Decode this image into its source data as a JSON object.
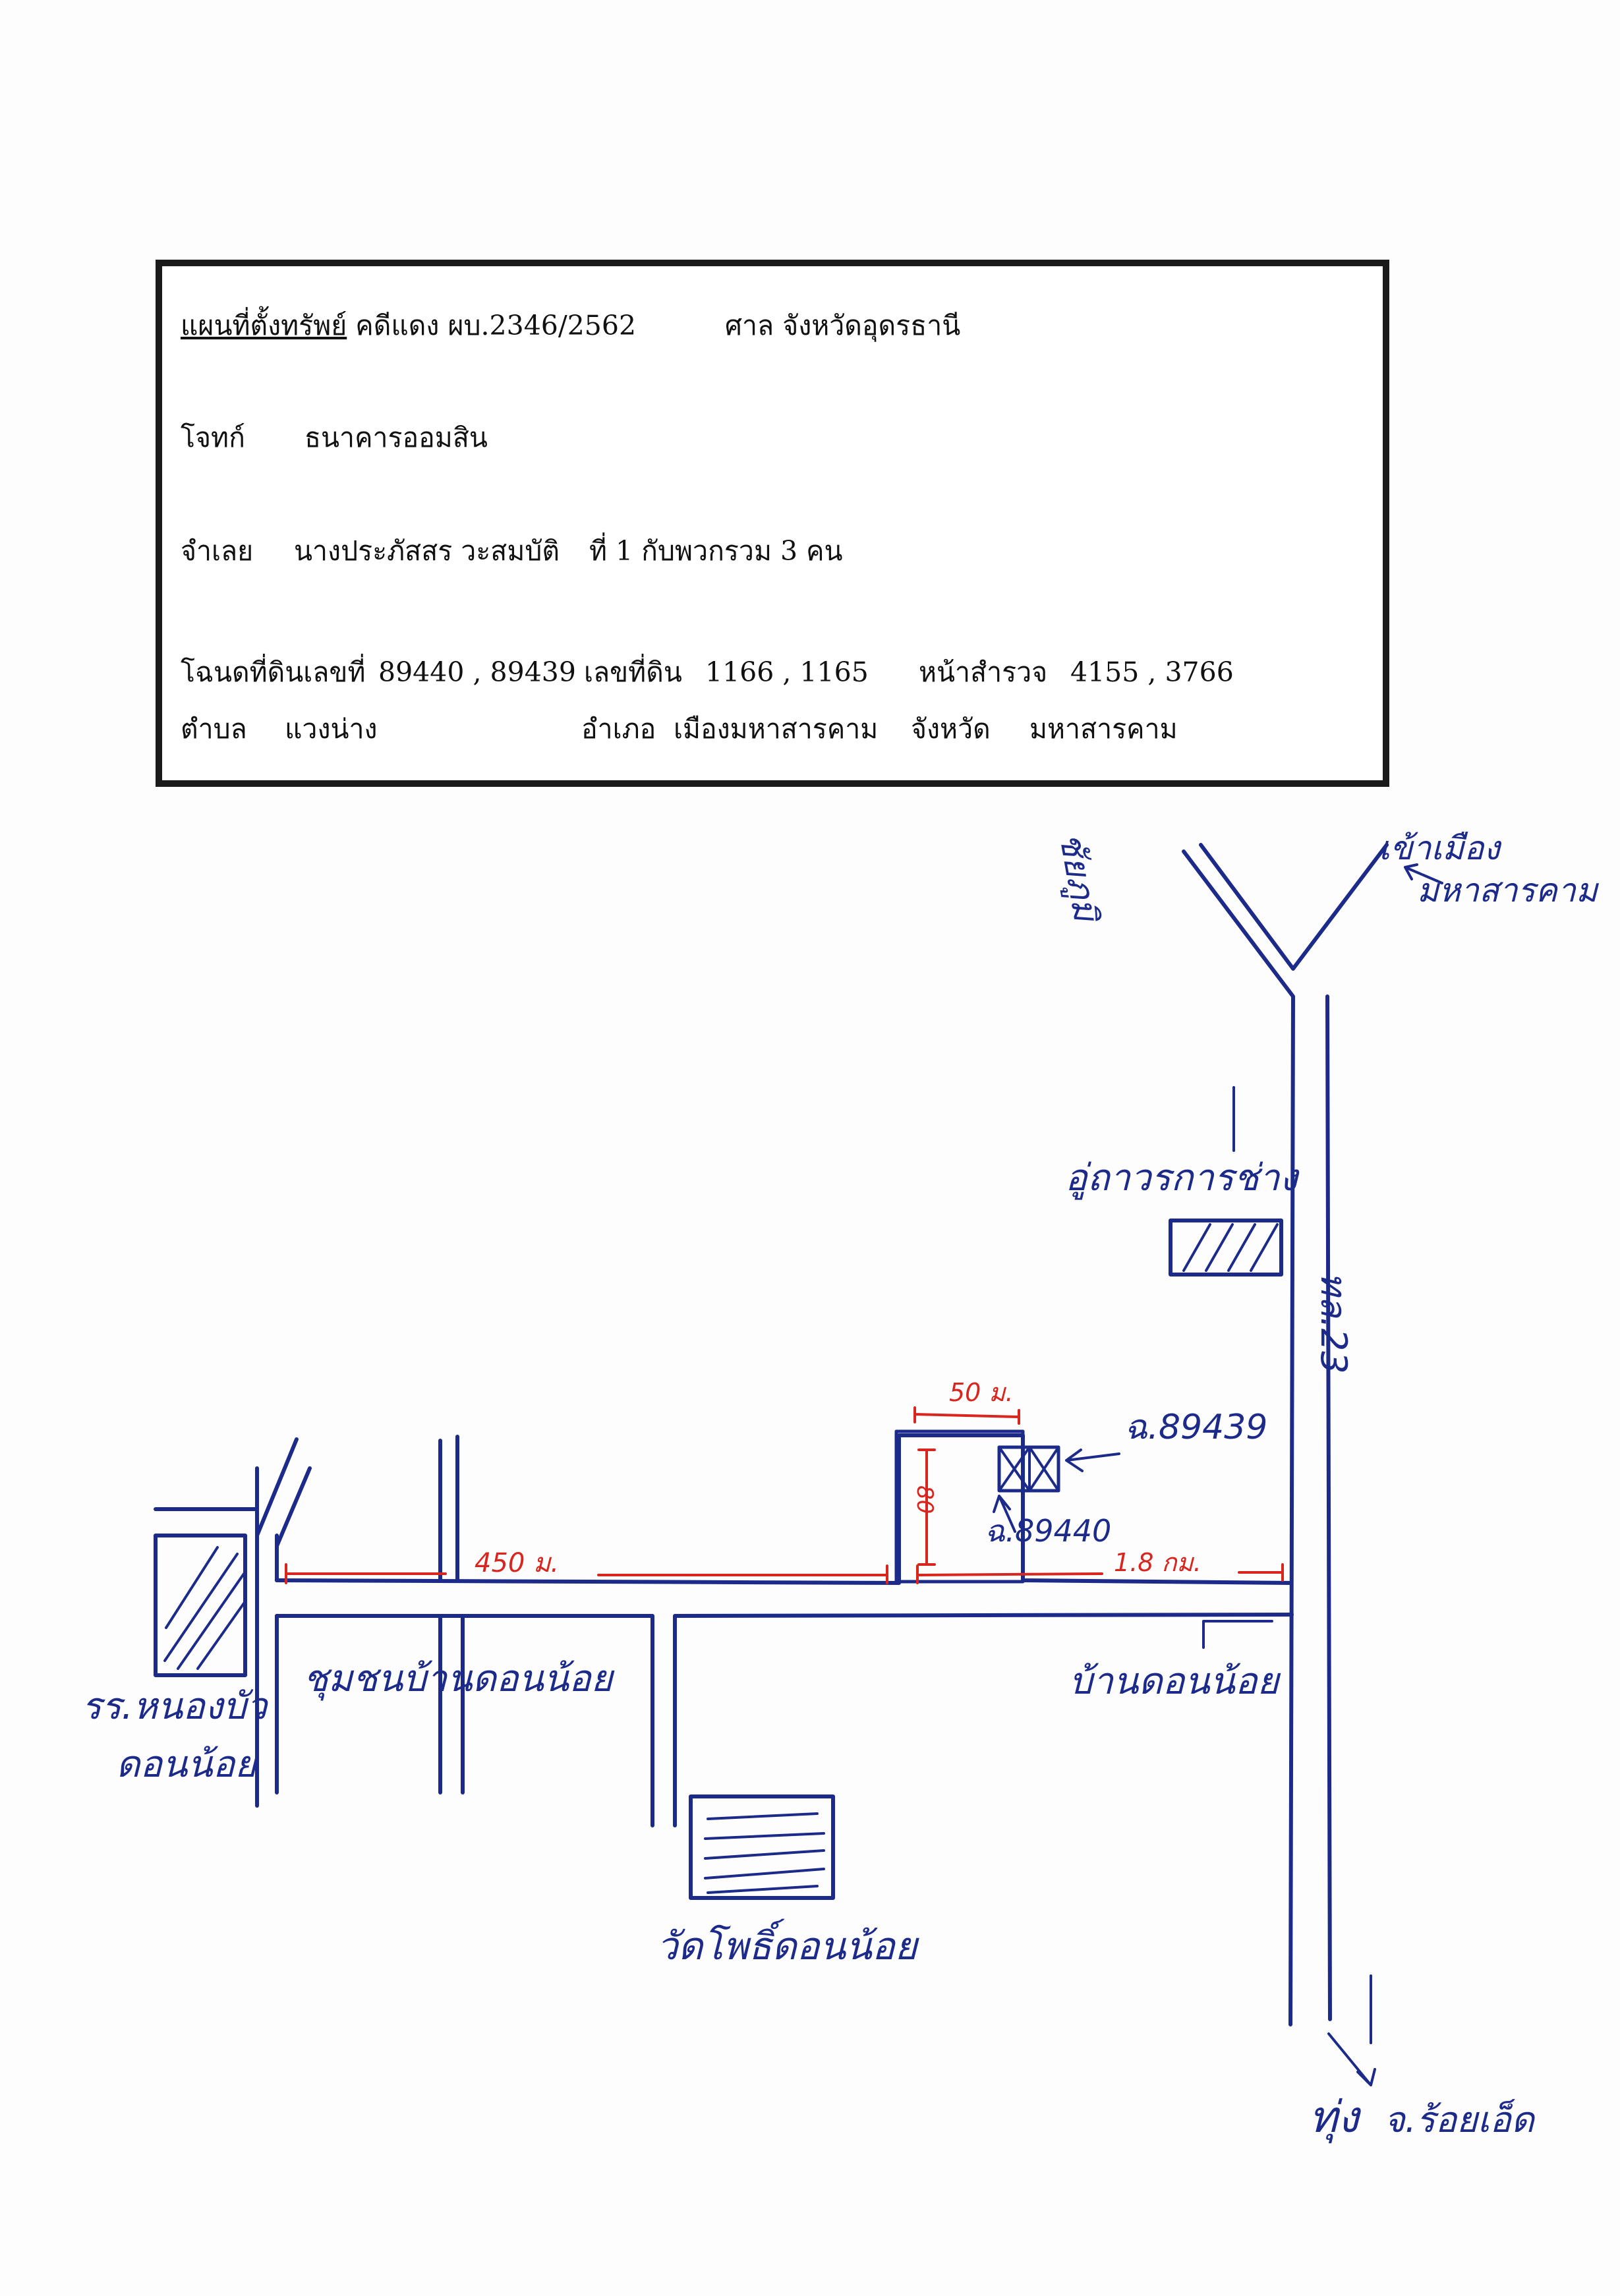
{
  "header": {
    "title": "แผนที่ตั้งทรัพย์",
    "case_number": "คดีแดง  ผบ.2346/2562",
    "court": "ศาล  จังหวัดอุดรธานี",
    "plaintiff_label": "โจทก์",
    "plaintiff": "ธนาคารออมสิน",
    "defendant_label": "จำเลย",
    "defendant": "นางประภัสสร  วะสมบัติ",
    "defendant_extra": "ที่ 1 กับพวกรวม 3 คน",
    "deed_label": "โฉนดที่ดินเลขที่",
    "deed_numbers": "89440 , 89439",
    "land_no_label": "เลขที่ดิน",
    "land_numbers": "1166 , 1165",
    "survey_label": "หน้าสำรวจ",
    "survey_numbers": "4155 , 3766",
    "subdistrict_label": "ตำบล",
    "subdistrict": "แวงน่าง",
    "district_label": "อำเภอ",
    "district": "เมืองมหาสารคาม",
    "province_label": "จังหวัด",
    "province": "มหาสารคาม"
  },
  "map_labels": {
    "top_left_road": "ชัยภูมิ",
    "top_right_1": "เข้าเมือง",
    "top_right_2": "มหาสารคาม",
    "landmark_east": "อู่ถาวรการช่าง",
    "highway": "ทล.23",
    "width_label": "50 ม.",
    "depth_label": "80",
    "deed_right": "ฉ.89439",
    "deed_left": "ฉ.89440",
    "distance_west": "450 ม.",
    "distance_east": "1.8 กม.",
    "village_center": "ชุมชนบ้านดอนน้อย",
    "village_east": "บ้านดอนน้อย",
    "school_west_1": "รร.หนองบัว",
    "school_west_2": "ดอนน้อย",
    "temple": "วัดโพธิ์ดอนน้อย",
    "bottom_marker": "ทุ่ง",
    "bottom_dest": "จ.ร้อยเอ็ด"
  },
  "colors": {
    "ink_blue": "#1c2a8a",
    "ink_red": "#d8261f",
    "border": "#1b1b1b"
  }
}
